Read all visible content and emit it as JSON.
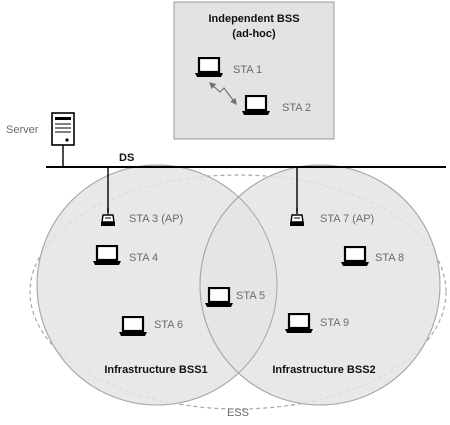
{
  "diagram": {
    "independent_bss": {
      "title_line1": "Independent BSS",
      "title_line2": "(ad-hoc)",
      "stations": [
        "STA 1",
        "STA 2"
      ]
    },
    "server_label": "Server",
    "ds_label": "DS",
    "bss1": {
      "label": "Infrastructure BSS1",
      "stations": [
        "STA 3 (AP)",
        "STA 4",
        "STA 6"
      ]
    },
    "bss2": {
      "label": "Infrastructure BSS2",
      "stations": [
        "STA 7 (AP)",
        "STA 8",
        "STA 9"
      ]
    },
    "shared_station": "STA 5",
    "ess_label": "ESS"
  },
  "colors": {
    "panel_fill": "#e3e3e3",
    "bss_fill": "#e4e4e4",
    "line": "#000000",
    "outline_gray": "#9a9a9a",
    "label_gray": "#6b6b6b"
  }
}
